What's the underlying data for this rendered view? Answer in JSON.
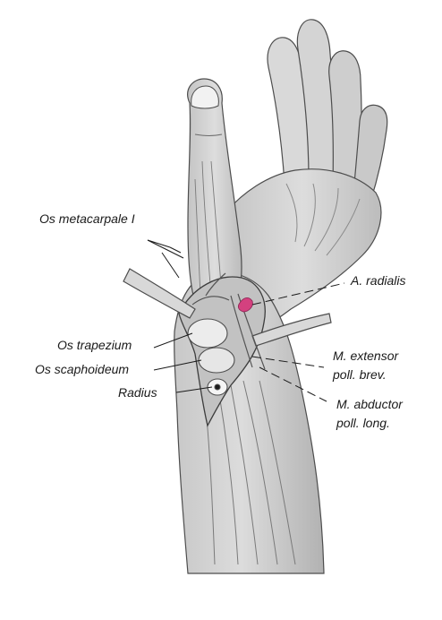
{
  "figure": {
    "labels": {
      "os_metacarpale": "Os metacarpale I",
      "a_radialis": "A. radialis",
      "os_trapezium": "Os trapezium",
      "os_scaphoideum": "Os scaphoideum",
      "radius": "Radius",
      "m_extensor_line1": "M. extensor",
      "m_extensor_line2": "poll. brev.",
      "m_abductor_line1": "M. abductor",
      "m_abductor_line2": "poll. long."
    },
    "colors": {
      "skin": "#d6d6d6",
      "skin_shadow": "#a9a9a9",
      "outline": "#4d4d4d",
      "artery": "#d4417f",
      "leader": "#1a1a1a"
    }
  }
}
